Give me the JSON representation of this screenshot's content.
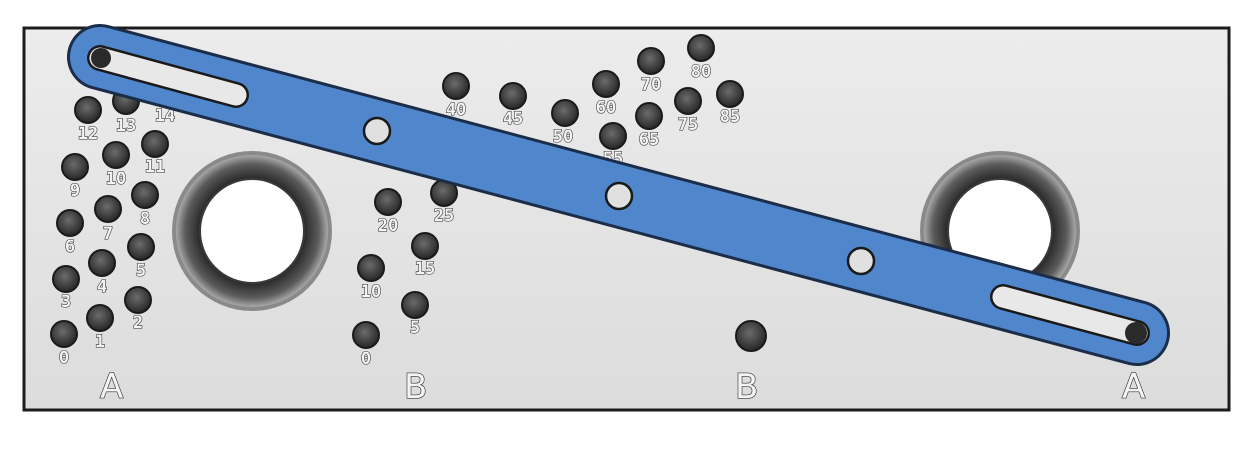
{
  "plate": {
    "corner_labels": [
      "A",
      "B",
      "B",
      "A"
    ]
  },
  "group_a": {
    "hole_labels": [
      "0",
      "1",
      "2",
      "3",
      "4",
      "5",
      "6",
      "7",
      "8",
      "9",
      "10",
      "11",
      "12",
      "13",
      "14"
    ]
  },
  "group_b": {
    "hole_labels": [
      "0",
      "5",
      "10",
      "15",
      "20",
      "25",
      "40",
      "45",
      "50",
      "55",
      "60",
      "65",
      "70",
      "75",
      "80",
      "85"
    ]
  },
  "colors": {
    "plate": "#e6e6e6",
    "arm": "#4f86cc",
    "hole": "#3a3a3a"
  }
}
